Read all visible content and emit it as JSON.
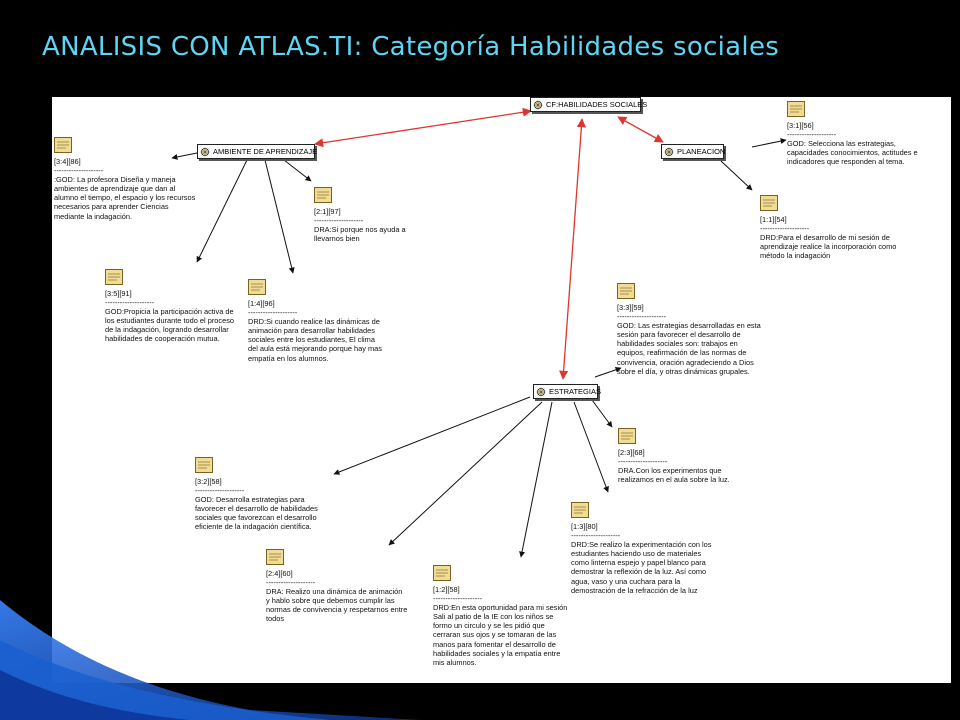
{
  "slide_title": "ANALISIS  CON ATLAS.TI: Categoría Habilidades sociales",
  "colors": {
    "background": "#000000",
    "title": "#5fd4f3",
    "relation_red": "#e0342e",
    "relation_black": "#111111",
    "accent_blue": "#1a5fd0"
  },
  "network": {
    "nodes": {
      "root": "CF:HABILIDADES SOCIALES",
      "ambiente": "AMBIENTE DE APRENDIZAJE",
      "planeacion": "PLANEACION",
      "estrategias": "ESTRATEGIAS"
    },
    "quotes": {
      "q34_86": {
        "id": "[3:4][86]",
        "sep": "--------------------",
        "text": ":GOD: La profesora Diseña y maneja ambientes de aprendizaje  que dan al alumno el tiempo, el espacio y los recursos necesarios para aprender Ciencias mediante la indagación."
      },
      "q21_97": {
        "id": "[2:1][97]",
        "sep": "--------------------",
        "text": "DRA:Si porque nos ayuda a llevarnos bien"
      },
      "q35_91": {
        "id": "[3:5][91]",
        "sep": "--------------------",
        "text": "GOD:Propicia la participación activa de los estudiantes durante todo el proceso de la indagación, logrando desarrollar habilidades de cooperación mutua."
      },
      "q14_96": {
        "id": "[1:4][96]",
        "sep": "--------------------",
        "text": "DRD:Si cuando realice las dinámicas de animación para desarrollar habilidades sociales entre los estudiantes, El clima del aula está mejorando  porque hay mas empatía en los alumnos."
      },
      "q31_56": {
        "id": "[3:1][56]",
        "sep": "--------------------",
        "text": "GOD: Selecciona las estrategias, capacidades conocimientos, actitudes e indicadores que responden al tema."
      },
      "q11_54": {
        "id": "[1:1][54]",
        "sep": "--------------------",
        "text": "DRD:Para el desarrollo de mi sesión de aprendizaje realice la incorporación como método  la indagación"
      },
      "q33_59": {
        "id": "[3:3][59]",
        "sep": "--------------------",
        "text": "GOD: Las estrategias desarrolladas en esta sesión para favorecer el desarrollo de habilidades sociales  son: trabajos en equipos, reafirmación de las normas de convivencia, oración agradeciendo a Dios sobre el día, y otras dinámicas grupales."
      },
      "q23_68": {
        "id": "[2:3][68]",
        "sep": "--------------------",
        "text": "DRA.Con los experimentos que realizamos en el aula sobre la luz."
      },
      "q32_58": {
        "id": "[3:2][58]",
        "sep": "--------------------",
        "text": "GOD: Desarrolla estrategias para favorecer el desarrollo de habilidades sociales que favorezcan el desarrollo eficiente de la indagación científica."
      },
      "q13_80": {
        "id": "[1:3][80]",
        "sep": "--------------------",
        "text": "DRD:Se realizo la experimentación con los estudiantes haciendo uso de materiales como  linterna espejo y papel blanco para demostrar la reflexión de la luz. Así  como agua, vaso y una cuchara para la demostración de la refracción de la luz"
      },
      "q24_60": {
        "id": "[2:4][60]",
        "sep": "--------------------",
        "text": "DRA: Realizo una dinámica de animación y hablo sobre que debemos cumplir las normas de convivencia y respetarnos entre todos"
      },
      "q12_58": {
        "id": "[1:2][58]",
        "sep": "--------------------",
        "text": "DRD:En esta oportunidad para mi sesión Sali al patio de la IE con los niños se formo un circulo y se les pidió que cerraran sus ojos y se tomaran de las manos para fomentar el desarrollo de habilidades sociales y la empatía entre mis alumnos."
      }
    }
  }
}
